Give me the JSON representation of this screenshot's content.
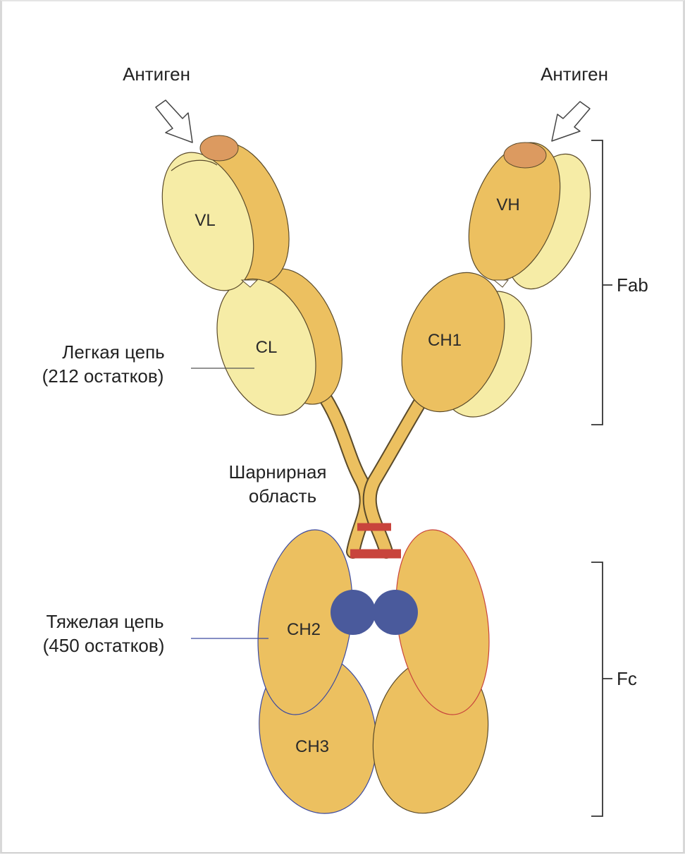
{
  "labels": {
    "antigen_left": "Антиген",
    "antigen_right": "Антиген",
    "vl": "VL",
    "vh": "VH",
    "cl": "CL",
    "ch1": "CH1",
    "ch2": "CH2",
    "ch3": "CH3",
    "light_chain_line1": "Легкая цепь",
    "light_chain_line2": "(212 остатков)",
    "hinge_line1": "Шарнирная",
    "hinge_line2": "область",
    "heavy_chain_line1": "Тяжелая цепь",
    "heavy_chain_line2": "(450 остатков)",
    "fab": "Fab",
    "fc": "Fc"
  },
  "colors": {
    "light_chain": "#f6eca6",
    "heavy_chain": "#ecc060",
    "antigen_site": "#dc9a60",
    "disulfide_bonds": "#c8443c",
    "carbohydrate": "#4a5a9c",
    "outline": "#5a4a2a"
  }
}
